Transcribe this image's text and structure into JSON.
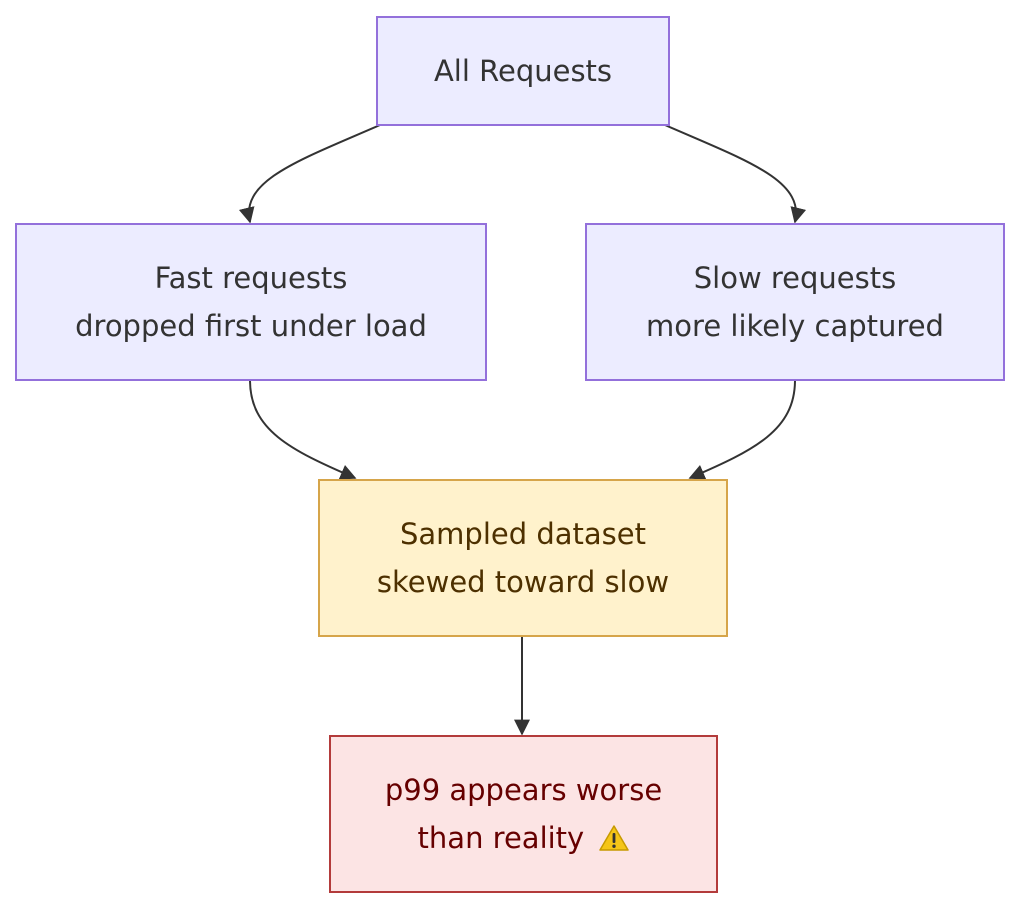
{
  "diagram": {
    "nodes": {
      "all_requests": {
        "label": "All Requests"
      },
      "fast_requests": {
        "line1": "Fast requests",
        "line2": "dropped first under load"
      },
      "slow_requests": {
        "line1": "Slow requests",
        "line2": "more likely captured"
      },
      "sampled_dataset": {
        "line1": "Sampled dataset",
        "line2": "skewed toward slow"
      },
      "p99_result": {
        "line1": "p99 appears worse",
        "line2": "than reality",
        "icon": "warning-icon"
      }
    },
    "edges": [
      {
        "from": "all_requests",
        "to": "fast_requests"
      },
      {
        "from": "all_requests",
        "to": "slow_requests"
      },
      {
        "from": "fast_requests",
        "to": "sampled_dataset"
      },
      {
        "from": "slow_requests",
        "to": "sampled_dataset"
      },
      {
        "from": "sampled_dataset",
        "to": "p99_result"
      }
    ],
    "colors": {
      "default_fill": "#ececff",
      "default_stroke": "#9370db",
      "warn_fill": "#fff2cc",
      "warn_stroke": "#d6a54a",
      "alert_fill": "#fce4e4",
      "alert_stroke": "#b33b3b",
      "edge": "#333333"
    }
  }
}
